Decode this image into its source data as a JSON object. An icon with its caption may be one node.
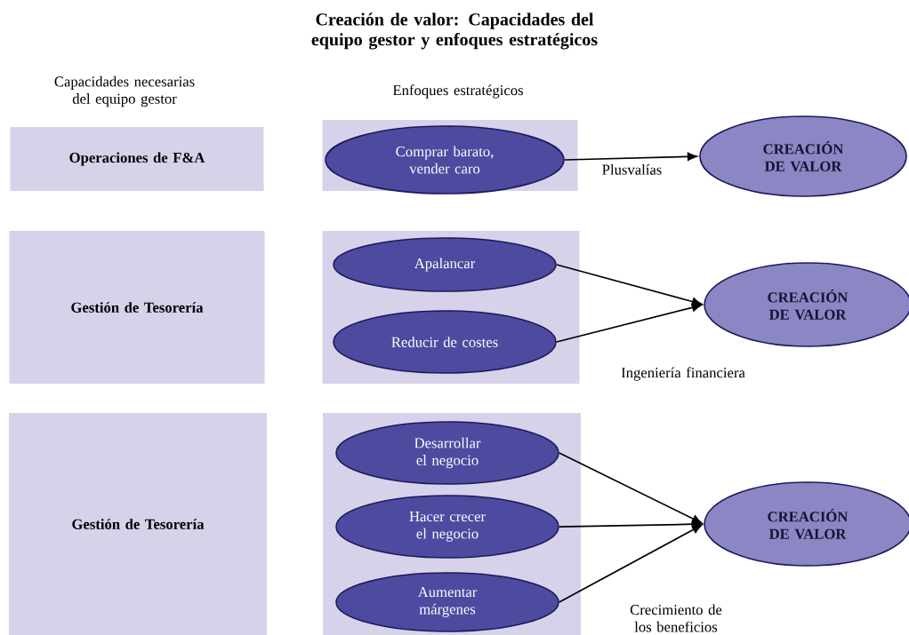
{
  "diagram": {
    "title": "Creación de valor: Capacidades del equipo gestor y enfoques estratégicos",
    "nodes": [
      {
        "text": [
          "Operaciones de F&A"
        ]
      },
      {
        "text": [],
        "shape": "box"
      },
      {
        "text": [
          "Comprar barato, vender caro"
        ],
        "in": 1
      },
      {
        "text": [
          "CREACIÓN DE VALOR"
        ]
      },
      {
        "text": [
          "Gestión de Tesorería"
        ]
      },
      {
        "text": [],
        "shape": "box"
      },
      {
        "text": [
          "Apalancar"
        ],
        "in": 5
      },
      {
        "text": [
          "Reducir de costes"
        ],
        "in": 5
      },
      {
        "text": [
          "CREACIÓN DE VALOR"
        ]
      },
      {
        "text": [
          "Gestión de Tesorería"
        ]
      },
      {
        "text": [],
        "shape": "box"
      },
      {
        "text": [
          "Desarrollar el negocio"
        ],
        "in": 10
      },
      {
        "text": [
          "Hacer crecer el negocio"
        ],
        "in": 10
      },
      {
        "text": [
          "Aumentar márgenes"
        ],
        "in": 10
      },
      {
        "text": [
          "CREACIÓN DE VALOR"
        ]
      }
    ],
    "edges": [
      {
        "from": 2,
        "to": 3,
        "arrow": "to",
        "label": "Plusvalías"
      },
      {
        "from": 6,
        "to": 8,
        "arrow": "to"
      },
      {
        "from": 7,
        "to": 8,
        "arrow": "to"
      },
      {
        "from": 11,
        "to": 14,
        "arrow": "to"
      },
      {
        "from": 12,
        "to": 14,
        "arrow": "to"
      },
      {
        "from": 13,
        "to": 14,
        "arrow": "to"
      }
    ],
    "labels": [
      "Capacidades necesarias del equipo gestor",
      "Enfoques estratégicos",
      "Ingeniería financiera",
      "Crecimiento de los beneficios"
    ]
  }
}
